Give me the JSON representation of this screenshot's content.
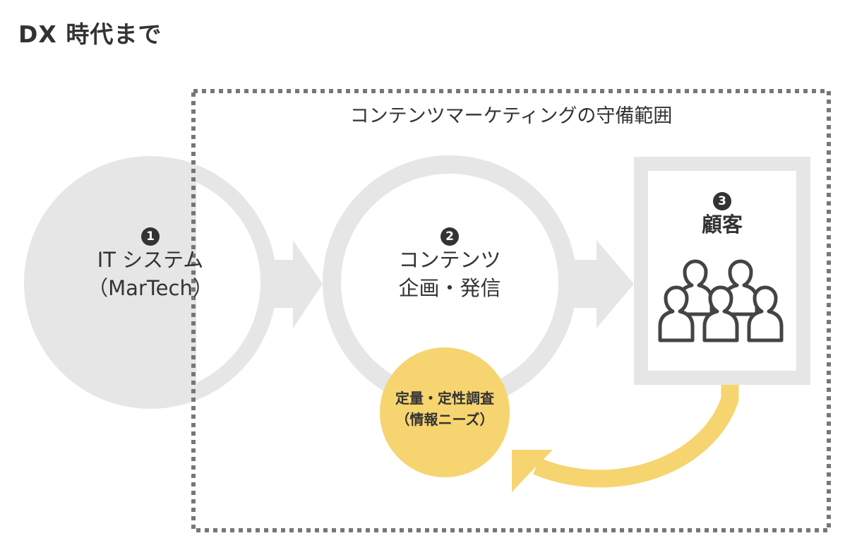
{
  "title": "DX 時代まで",
  "scope": {
    "label": "コンテンツマーケティングの守備範囲"
  },
  "nodes": [
    {
      "number": "1",
      "icon": "circled-number-1-icon",
      "lines": [
        "IT システム",
        "（MarTech）"
      ]
    },
    {
      "number": "2",
      "icon": "circled-number-2-icon",
      "lines": [
        "コンテンツ",
        "企画・発信"
      ]
    },
    {
      "number": "3",
      "icon": "circled-number-3-icon",
      "lines": [
        "顧客"
      ],
      "illustration": "people-group-icon"
    }
  ],
  "research": {
    "lines": [
      "定量・定性調査",
      "（情報ニーズ）"
    ]
  },
  "colors": {
    "text": "#333333",
    "shape_gray": "#e6e6e6",
    "accent_yellow": "#f6d46f",
    "dash_border": "#777777",
    "icon_stroke": "#444444"
  }
}
